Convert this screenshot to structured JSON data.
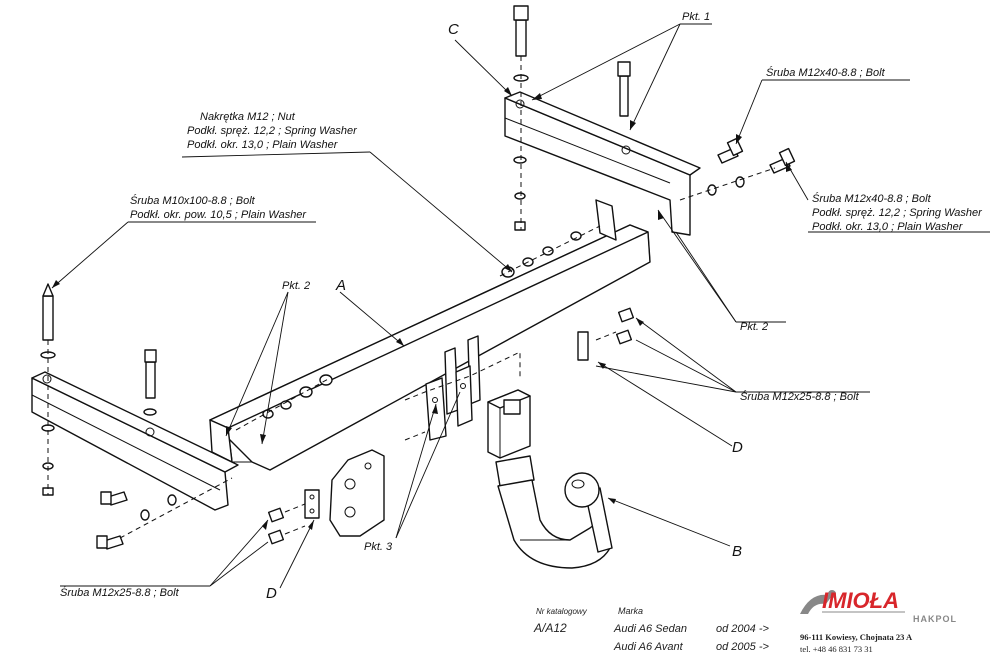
{
  "callouts": {
    "c": "C",
    "a": "A",
    "b": "B",
    "d_right": "D",
    "d_left": "D",
    "pkt1": "Pkt. 1",
    "pkt2_left": "Pkt. 2",
    "pkt2_right": "Pkt. 2",
    "pkt3": "Pkt. 3"
  },
  "labels": {
    "nut_block": [
      "Nakrętka  M12 ; Nut",
      "Podkł. spręż. 12,2 ; Spring Washer",
      "Podkł. okr. 13,0 ;  Plain Washer"
    ],
    "left_bolt_block": [
      "Śruba M10x100-8.8  ;  Bolt",
      "Podkł. okr. pow. 10,5 ;  Plain Washer"
    ],
    "top_right_bolt": "Śruba M12x40-8.8  ;  Bolt",
    "right_bolt_block": [
      "Śruba M12x40-8.8  ;  Bolt",
      "Podkł. spręż. 12,2 ; Spring Washer",
      "Podkł. okr. 13,0 ;  Plain Washer"
    ],
    "right_small_bolt": "Śruba M12x25-8.8  ;  Bolt",
    "left_small_bolt": "Śruba M12x25-8.8  ;  Bolt"
  },
  "info": {
    "catalog_label": "Nr katalogowy",
    "catalog_number": "A/A12",
    "brand_label": "Marka",
    "models": [
      {
        "name": "Audi A6 Sedan",
        "from": "od 2004 ->"
      },
      {
        "name": "Audi A6 Avant",
        "from": "od 2005 ->"
      }
    ]
  },
  "logo": {
    "name": "IMIOŁA",
    "sub": "HAKPOL",
    "address": "96-111 Kowiesy, Chojnata 23 A",
    "phone": "tel. +48 46 831 73 31",
    "red": "#d8262b",
    "grey": "#888888"
  }
}
